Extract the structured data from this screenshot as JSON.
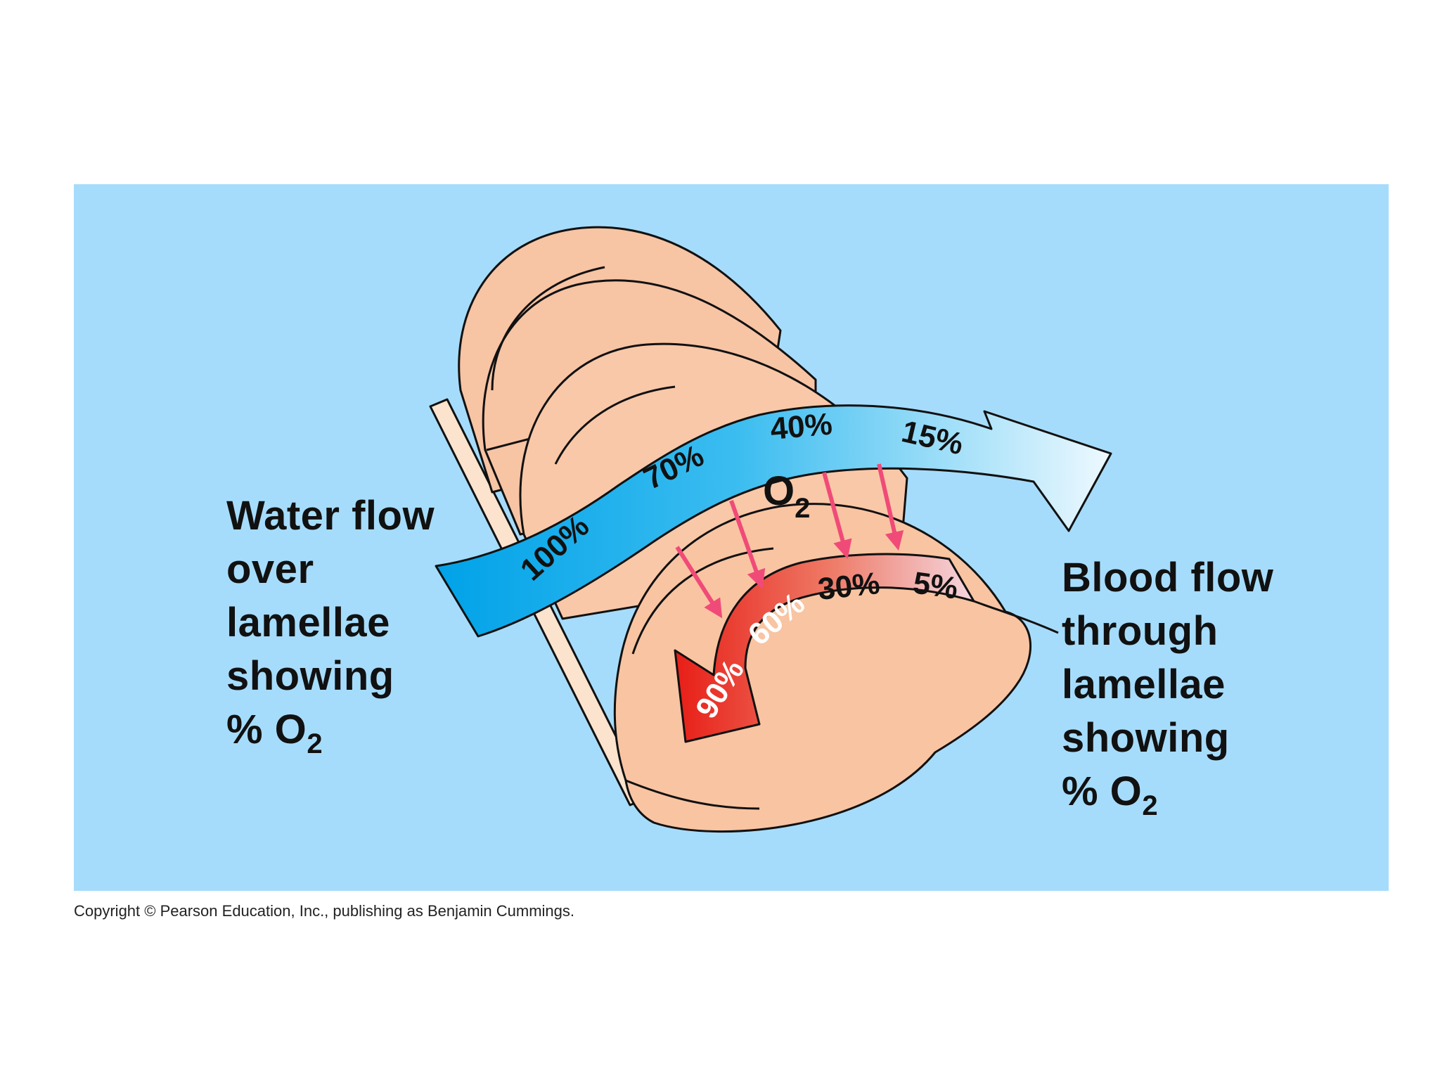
{
  "diagram": {
    "gas": {
      "symbol": "O",
      "subscript": "2"
    },
    "water_flow": {
      "label_lines": [
        "Water flow",
        "over",
        "lamellae",
        "showing",
        "% O"
      ],
      "label_subscript": "2",
      "percentages": [
        "100%",
        "70%",
        "40%",
        "15%"
      ]
    },
    "blood_flow": {
      "label_lines": [
        "Blood flow",
        "through",
        "lamellae",
        "showing",
        "% O"
      ],
      "label_subscript": "2",
      "percentages": [
        "90%",
        "60%",
        "30%",
        "5%"
      ]
    },
    "copyright": "Copyright © Pearson Education, Inc., publishing as Benjamin Cummings."
  },
  "colors": {
    "background_panel": "#a6dcfb",
    "lamella_fill": "#f7c4a4",
    "water_arrow_start": "#00a2e8",
    "water_arrow_end": "#e8f7fe",
    "blood_arrow_start": "#e8221b",
    "blood_arrow_end": "#f6dce6",
    "diffusion_arrow": "#f04b78"
  }
}
